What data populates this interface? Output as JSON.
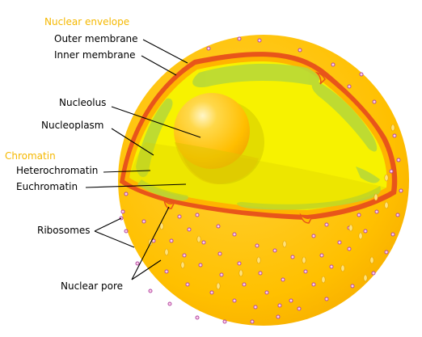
{
  "diagram": {
    "group_labels": {
      "nuclear_envelope": "Nuclear envelope",
      "chromatin": "Chromatin"
    },
    "labels": {
      "outer_membrane": "Outer membrane",
      "inner_membrane": "Inner membrane",
      "nucleolus": "Nucleolus",
      "nucleoplasm": "Nucleoplasm",
      "heterochromatin": "Heterochromatin",
      "euchromatin": "Euchromatin",
      "ribosomes": "Ribosomes",
      "nuclear_pore": "Nuclear pore"
    },
    "colors": {
      "sphere": "#ffc000",
      "sphere_shade": "#f5a800",
      "nucleoplasm": "#f7f200",
      "heterochromatin": "#b5d83a",
      "membrane": "#e8551a",
      "nucleolus": "#ffb800",
      "group_label": "#f5b800",
      "ribosome": "#b04aa0"
    }
  }
}
